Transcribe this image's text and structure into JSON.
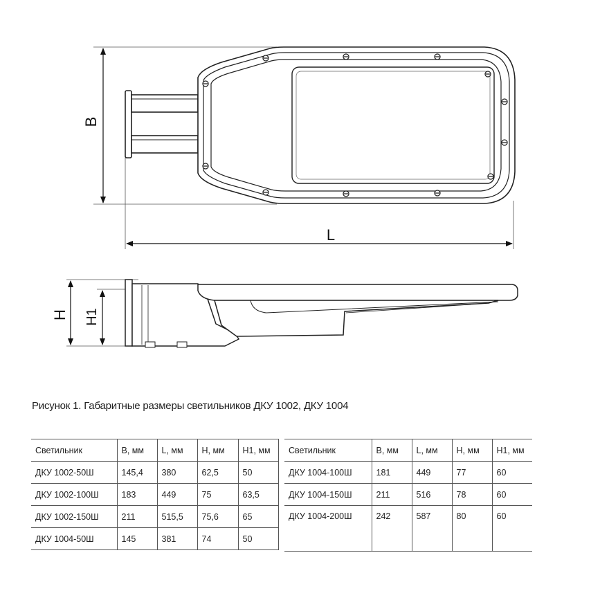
{
  "figure": {
    "label_b": "B",
    "label_l": "L",
    "label_h": "H",
    "label_h1": "H1"
  },
  "caption": "Рисунок 1. Габаритные размеры светильников ДКУ 1002, ДКУ 1004",
  "table_left": {
    "headers": [
      "Светильник",
      "B, мм",
      "L, мм",
      "H, мм",
      "H1, мм"
    ],
    "rows": [
      [
        "ДКУ 1002-50Ш",
        "145,4",
        "380",
        "62,5",
        "50"
      ],
      [
        "ДКУ 1002-100Ш",
        "183",
        "449",
        "75",
        "63,5"
      ],
      [
        "ДКУ 1002-150Ш",
        "211",
        "515,5",
        "75,6",
        "65"
      ],
      [
        "ДКУ 1004-50Ш",
        "145",
        "381",
        "74",
        "50"
      ]
    ]
  },
  "table_right": {
    "headers": [
      "Светильник",
      "B, мм",
      "L, мм",
      "H, мм",
      "H1, мм"
    ],
    "rows": [
      [
        "ДКУ 1004-100Ш",
        "181",
        "449",
        "77",
        "60"
      ],
      [
        "ДКУ 1004-150Ш",
        "211",
        "516",
        "78",
        "60"
      ],
      [
        "ДКУ 1004-200Ш",
        "242",
        "587",
        "80",
        "60"
      ]
    ]
  }
}
